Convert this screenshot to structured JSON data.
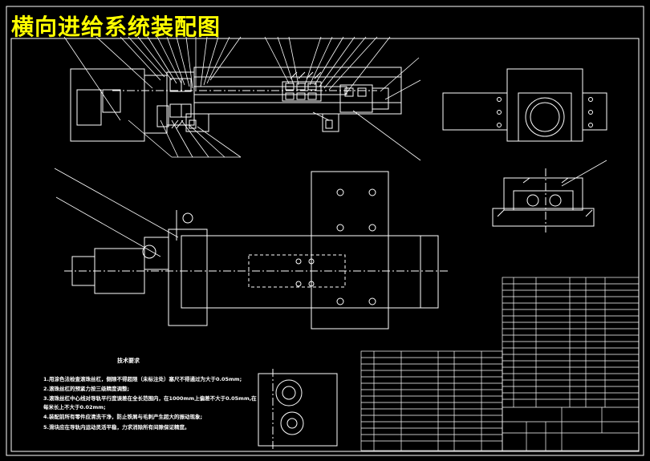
{
  "title": "横向进给系统装配图",
  "colors": {
    "background": "#000000",
    "lines": "#ffffff",
    "title": "#ffff00",
    "hidden": "#8a8a8a"
  },
  "technical_requirements": {
    "heading": "技术要求",
    "items": [
      "1.用涂色法检查滚珠丝杠，侧隙不得超限（未标注处）塞尺不得通过为大于0.05mm;",
      "2.滚珠丝杠的预紧力按三级精度调整;",
      "3.滚珠丝杠中心线对导轨平行度误差在全长范围内，在1000mm上偏差不大于0.05mm,在",
      "   每米长上不大于0.02mm;",
      "4.装配前所有零件应清洗干净，防止铁屑与毛刺产生超大的振动现象;",
      "5.滑块应在导轨内运动灵活平稳，力求消除所有间隙保证精度。"
    ]
  }
}
